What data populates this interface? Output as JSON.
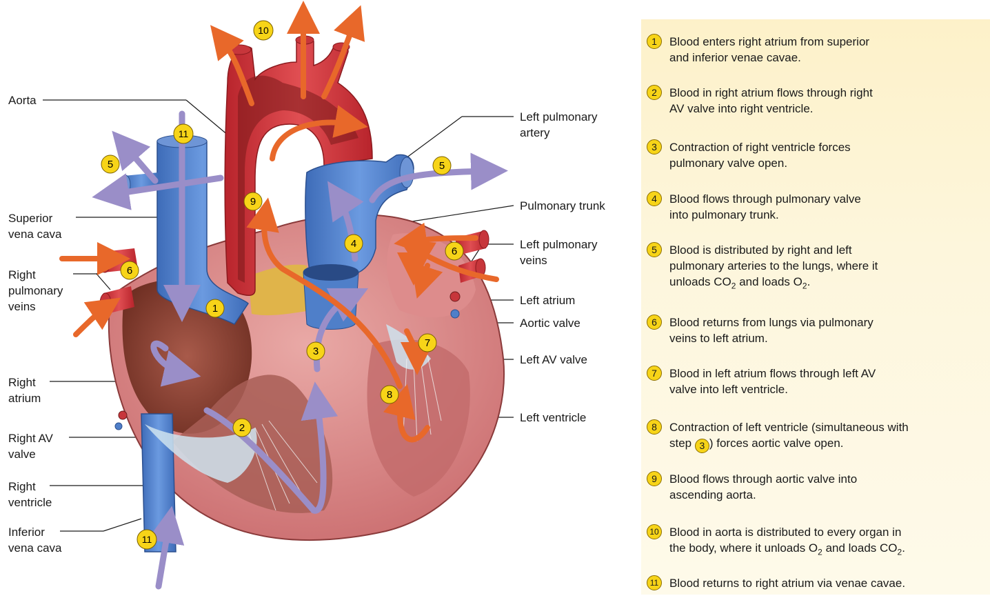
{
  "labels": {
    "aorta": "Aorta",
    "superior_vena_cava": "Superior\nvena cava",
    "right_pulmonary_veins": "Right\npulmonary\nveins",
    "right_atrium": "Right\natrium",
    "right_av_valve": "Right AV\nvalve",
    "right_ventricle": "Right\nventricle",
    "inferior_vena_cava": "Inferior\nvena cava",
    "left_pulmonary_artery": "Left pulmonary\nartery",
    "pulmonary_trunk": "Pulmonary trunk",
    "left_pulmonary_veins": "Left pulmonary\nveins",
    "left_atrium": "Left atrium",
    "aortic_valve": "Aortic valve",
    "left_av_valve": "Left AV valve",
    "left_ventricle": "Left ventricle"
  },
  "badges": {
    "b1": "1",
    "b2": "2",
    "b3": "3",
    "b4": "4",
    "b5": "5",
    "b6": "6",
    "b7": "7",
    "b8": "8",
    "b9": "9",
    "b10": "10",
    "b11": "11"
  },
  "steps": [
    {
      "num": "1",
      "line1": "Blood enters right atrium from superior",
      "line2": "and inferior venae cavae."
    },
    {
      "num": "2",
      "line1": "Blood in right atrium flows through right",
      "line2": "AV valve into right ventricle."
    },
    {
      "num": "3",
      "line1": "Contraction of right ventricle forces",
      "line2": "pulmonary valve open."
    },
    {
      "num": "4",
      "line1": "Blood flows through pulmonary valve",
      "line2": "into pulmonary trunk."
    },
    {
      "num": "5",
      "line1": "Blood is distributed by right and left",
      "line2": "pulmonary arteries to the lungs, where it",
      "line3a": "unloads CO",
      "line3b": "2",
      "line3c": " and loads O",
      "line3d": "2",
      "line3e": "."
    },
    {
      "num": "6",
      "line1": "Blood returns from lungs via pulmonary",
      "line2": "veins to left atrium."
    },
    {
      "num": "7",
      "line1": "Blood in left atrium flows through left AV",
      "line2": "valve into left ventricle."
    },
    {
      "num": "8",
      "line1": "Contraction of left ventricle (simultaneous with",
      "line2a": "step ",
      "line2num": "3",
      "line2b": ") forces aortic valve open."
    },
    {
      "num": "9",
      "line1": "Blood flows through aortic valve into",
      "line2": "ascending aorta."
    },
    {
      "num": "10",
      "line1": "Blood in aorta is distributed to every organ in",
      "line2a": "the body, where it unloads O",
      "line2b": "2",
      "line2c": " and loads CO",
      "line2d": "2",
      "line2e": "."
    },
    {
      "num": "11",
      "line1": "Blood returns to right atrium via venae cavae."
    }
  ],
  "colors": {
    "badge": "#f7d418",
    "oxygenated_arrow": "#e8682a",
    "deoxygenated_arrow": "#9a8ec8",
    "vein_blue": "#4f7fc9",
    "artery_red": "#d4333a",
    "muscle": "#d9878a",
    "panel": "#fdf3cf"
  }
}
